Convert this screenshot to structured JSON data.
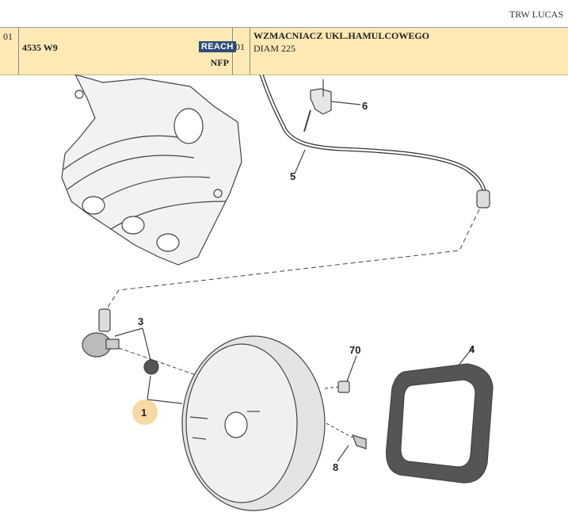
{
  "header": {
    "brand": "TRW LUCAS"
  },
  "part_row": {
    "index": "01",
    "reference": "4535 W9",
    "reach_badge": "REACH",
    "nfp": "NFP",
    "qty": "01",
    "name": "WZMACNIACZ UKL.HAMULCOWEGO",
    "description": "DIAM 225"
  },
  "diagram": {
    "callouts": [
      "1",
      "3",
      "4",
      "5",
      "6",
      "70",
      "8"
    ],
    "highlight_color": "#f7d9a3"
  }
}
